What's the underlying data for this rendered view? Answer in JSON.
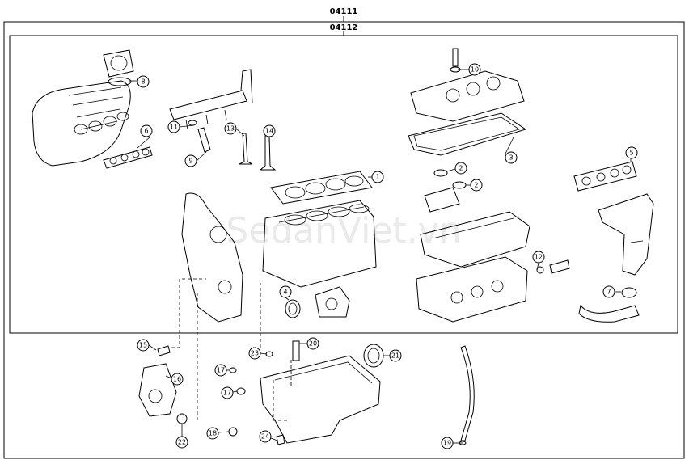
{
  "assembly_codes": {
    "outer": "04111",
    "inner": "04112"
  },
  "watermark": "SedanViet.vn",
  "callouts": [
    "1",
    "2",
    "2",
    "3",
    "4",
    "5",
    "6",
    "7",
    "8",
    "9",
    "10",
    "11",
    "12",
    "13",
    "14",
    "15",
    "16",
    "17",
    "17",
    "18",
    "19",
    "20",
    "21",
    "22",
    "23",
    "24"
  ]
}
